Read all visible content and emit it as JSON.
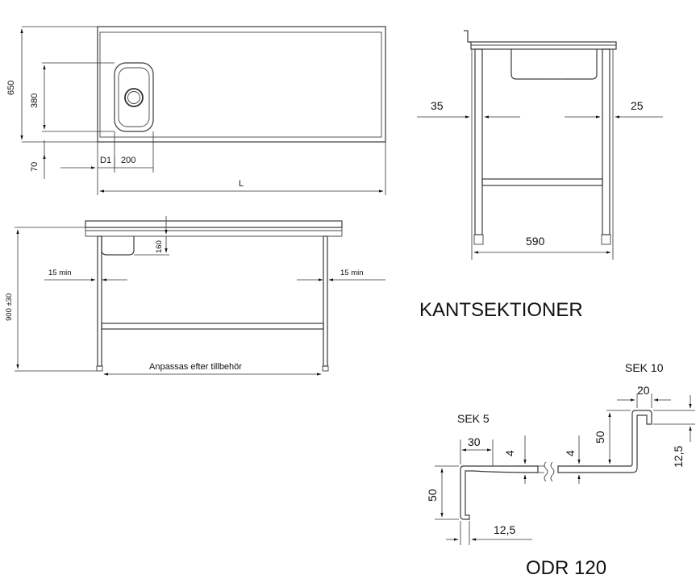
{
  "top_view": {
    "dims": {
      "overall_depth": "650",
      "basin_depth": "380",
      "basin_offset": "70",
      "d1": "D1",
      "basin_width": "200",
      "length": "L"
    }
  },
  "front_view": {
    "dims": {
      "basin_height": "160",
      "left_min": "15 min",
      "right_min": "15 min",
      "height": "900 ±30",
      "span_note": "Anpassas efter tillbehör"
    }
  },
  "side_view": {
    "dims": {
      "left_inset": "35",
      "right_inset": "25",
      "leg_span": "590"
    }
  },
  "section_title": "KANTSEKTIONER",
  "sek5": {
    "label": "SEK 5",
    "width": "30",
    "thickness": "4",
    "height": "50",
    "lip": "12,5"
  },
  "sek10": {
    "label": "SEK 10",
    "width": "20",
    "thickness": "4",
    "height": "50",
    "lip": "12,5"
  },
  "model": "ODR 120"
}
